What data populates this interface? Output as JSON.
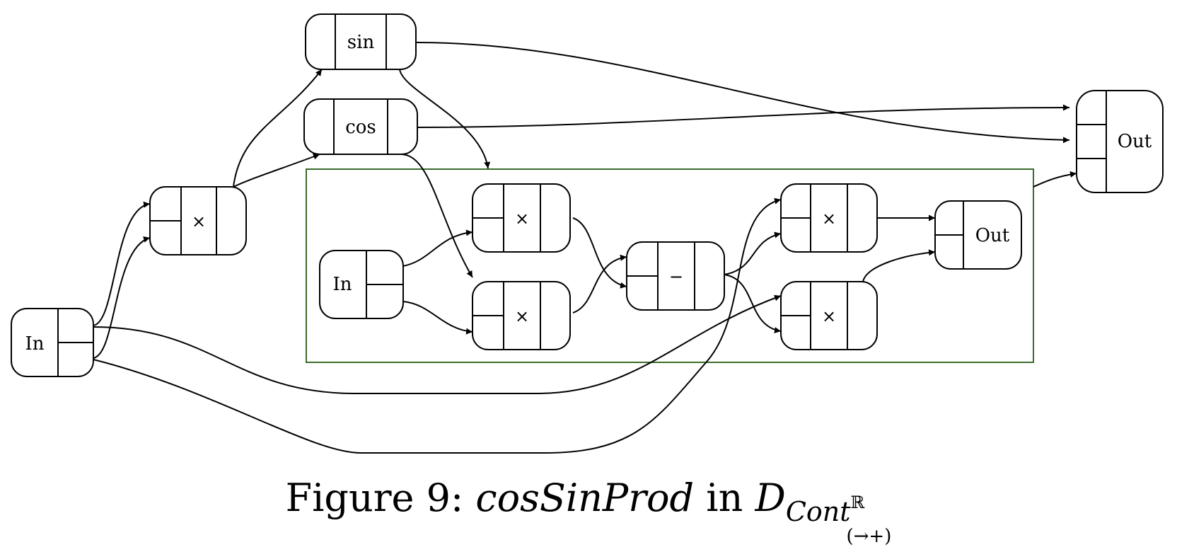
{
  "nodes": {
    "outer_in": {
      "label": "In"
    },
    "outer_mul": {
      "label": "×"
    },
    "sin": {
      "label": "sin"
    },
    "cos": {
      "label": "cos"
    },
    "outer_out": {
      "label": "Out"
    },
    "inner_in": {
      "label": "In"
    },
    "inner_mul1": {
      "label": "×"
    },
    "inner_mul2": {
      "label": "×"
    },
    "inner_sub": {
      "label": "−"
    },
    "inner_mul3": {
      "label": "×"
    },
    "inner_mul4": {
      "label": "×"
    },
    "inner_out": {
      "label": "Out"
    }
  },
  "caption": {
    "prefix": "Figure 9:",
    "name": "cosSinProd",
    "middle": "in",
    "d": "D",
    "sub": "Cont",
    "sup": "ℝ",
    "subsub": "(→+)"
  },
  "colors": {
    "cluster_border": "#3b6b2a",
    "stroke": "#000000"
  }
}
